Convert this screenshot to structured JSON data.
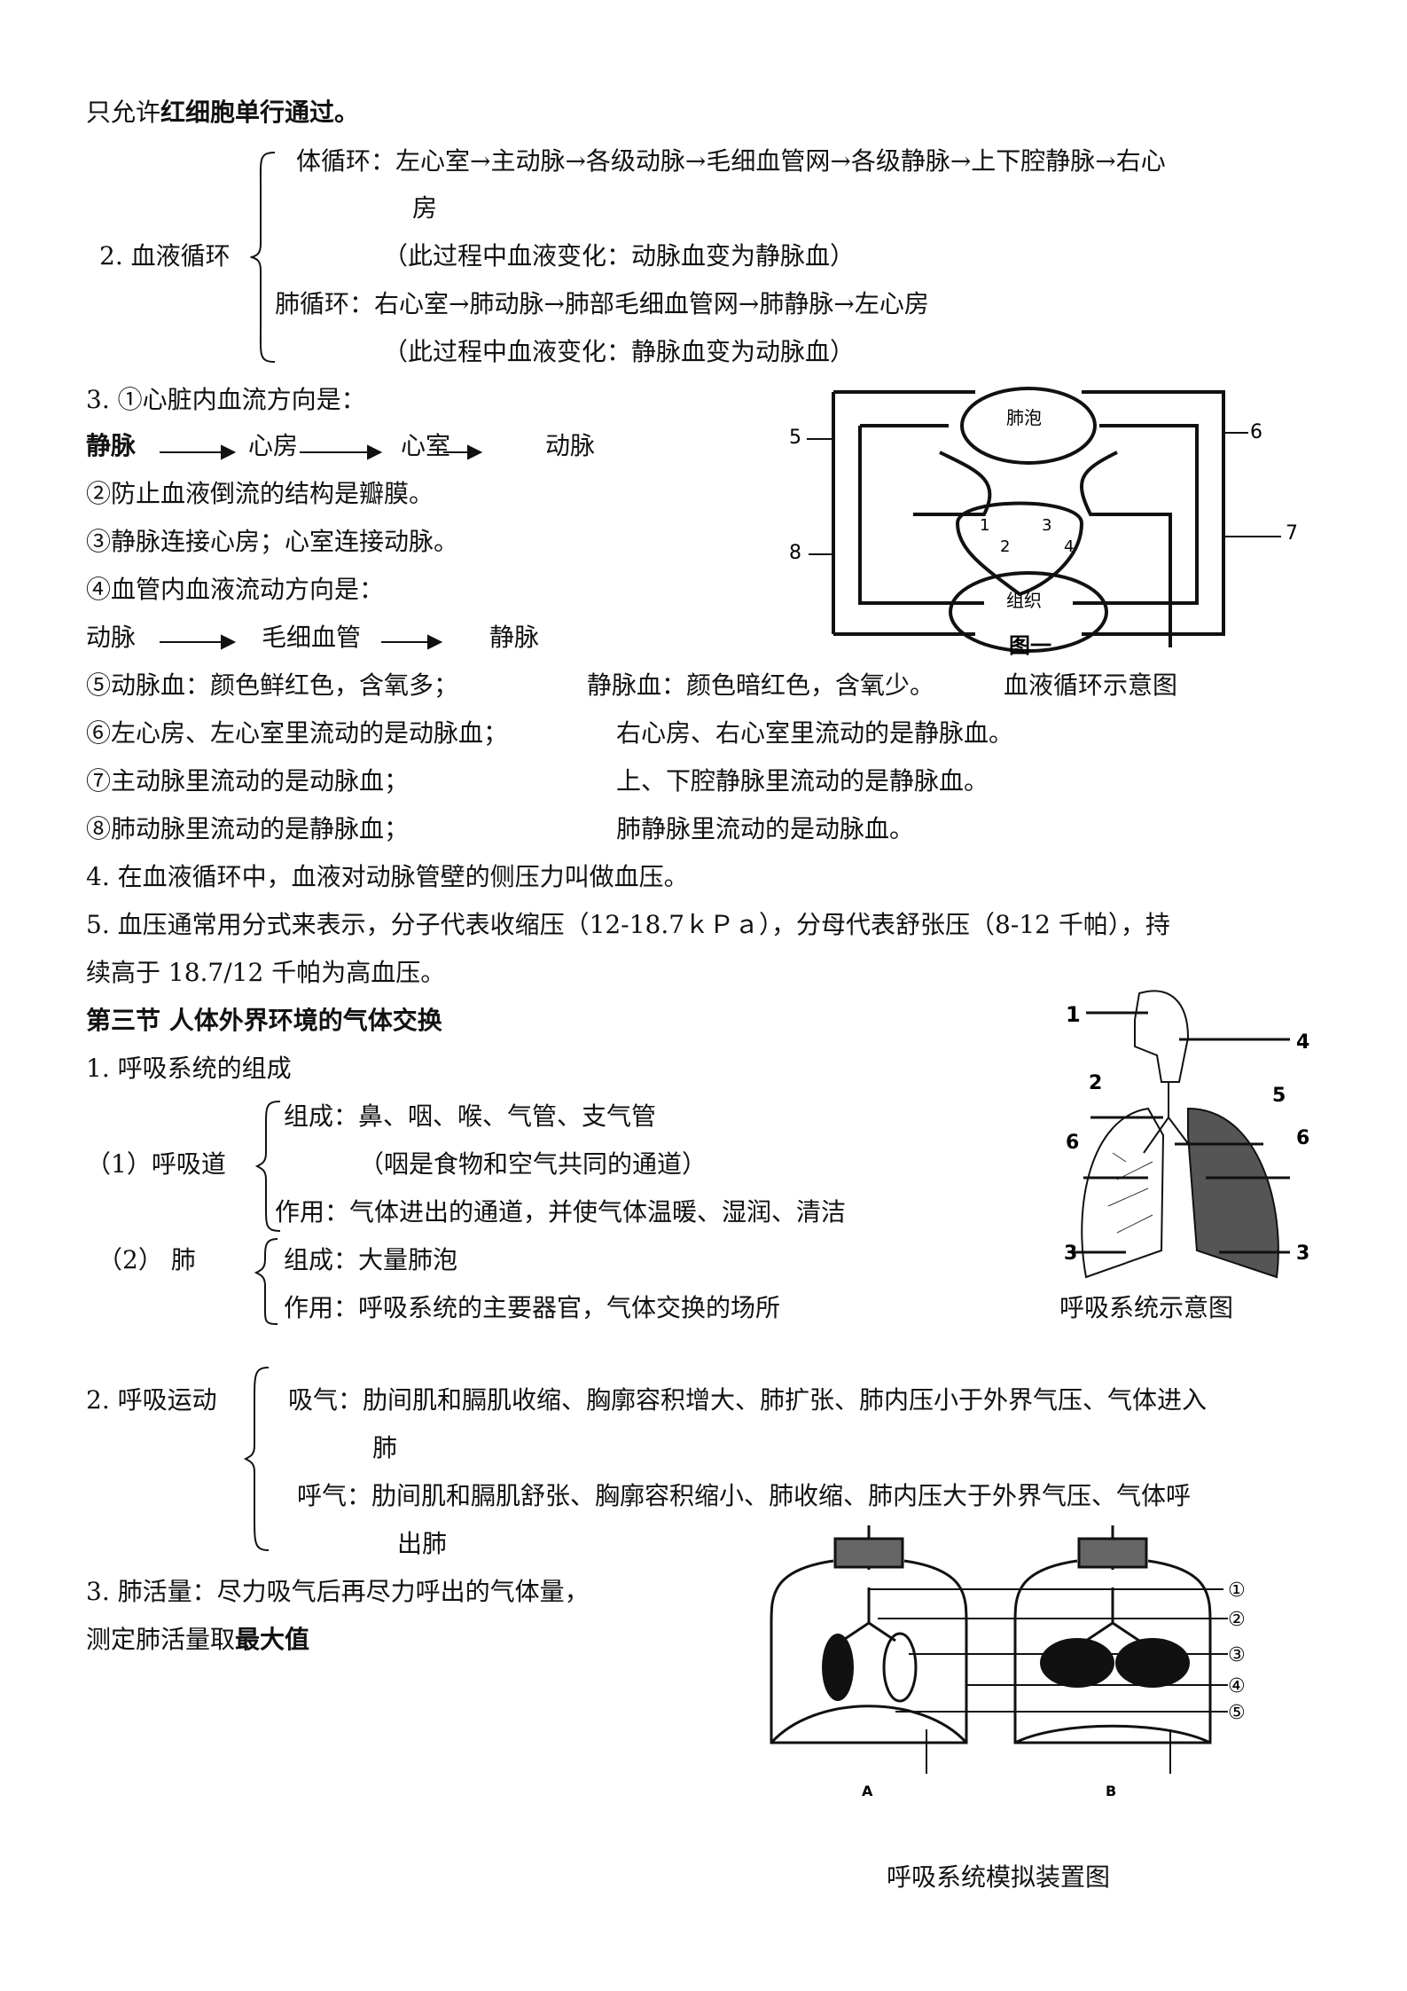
{
  "intro": {
    "a": "只允许",
    "b": "红细胞单行通过。"
  },
  "circ": {
    "label": "2. 血液循环",
    "sys": "体循环：左心室→主动脉→各级动脉→毛细血管网→各级静脉→上下腔静脉→右心",
    "sys2": "房",
    "sys_note": "（此过程中血液变化：动脉血变为静脉血）",
    "pul": "肺循环：右心室→肺动脉→肺部毛细血管网→肺静脉→左心房",
    "pul_note": "（此过程中血液变化：静脉血变为动脉血）"
  },
  "s3": {
    "heading": "3. ①心脏内血流方向是：",
    "flow1": [
      "静脉",
      "心房",
      "心室",
      "动脉"
    ],
    "p2": "②防止血液倒流的结构是瓣膜。",
    "p3": "③静脉连接心房；心室连接动脉。",
    "p4": "④血管内血液流动方向是：",
    "flow2": [
      "动脉",
      "毛细血管",
      "静脉"
    ],
    "p5a": "⑤动脉血：颜色鲜红色，含氧多；",
    "p5b": "静脉血：颜色暗红色，含氧少。",
    "p6a": "⑥左心房、左心室里流动的是动脉血；",
    "p6b": "右心房、右心室里流动的是静脉血。",
    "p7a": "⑦主动脉里流动的是动脉血；",
    "p7b": "上、下腔静脉里流动的是静脉血。",
    "p8a": "⑧肺动脉里流动的是静脉血；",
    "p8b": "肺静脉里流动的是动脉血。"
  },
  "circ_fig": {
    "caption": "血液循环示意图",
    "labels": [
      "5",
      "6",
      "7",
      "8",
      "1",
      "2",
      "3",
      "4"
    ],
    "alveoli": "肺泡",
    "tissue": "组织",
    "fig_title": "图一"
  },
  "s4": "4. 在血液循环中，血液对动脉管壁的侧压力叫做血压。",
  "s5a": "5. 血压通常用分式来表示，分子代表收缩压（12-18.7ｋＰａ），分母代表舒张压（8-12 千帕），持",
  "s5b": "续高于 18.7/12 千帕为高血压。",
  "sec3": {
    "title": "第三节  人体外界环境的气体交换",
    "h1": "1. 呼吸系统的组成",
    "resp_tract": "（1）呼吸道",
    "rt_comp": "组成：鼻、咽、喉、气管、支气管",
    "rt_note": "（咽是食物和空气共同的通道）",
    "rt_func": "作用：气体进出的通道，并使气体温暖、湿润、清洁",
    "lung": "（2）  肺",
    "lung_comp": "组成：大量肺泡",
    "lung_func": "作用：呼吸系统的主要器官，气体交换的场所",
    "resp_caption": "呼吸系统示意图",
    "resp_labels": [
      "1",
      "2",
      "3",
      "4",
      "5",
      "6",
      "6",
      "3"
    ]
  },
  "breath": {
    "label": "2. 呼吸运动",
    "in1": "吸气：肋间肌和膈肌收缩、胸廓容积增大、肺扩张、肺内压小于外界气压、气体进入",
    "in2": "肺",
    "out1": "呼气：肋间肌和膈肌舒张、胸廓容积缩小、肺收缩、肺内压大于外界气压、气体呼",
    "out2": "出肺"
  },
  "cap": {
    "l1": "3. 肺活量：尽力吸气后再尽力呼出的气体量，",
    "l2a": "测定肺活量取",
    "l2b": "最大值"
  },
  "model": {
    "caption": "呼吸系统模拟装置图",
    "labels": [
      "①",
      "②",
      "③",
      "④",
      "⑤"
    ],
    "jarA": "A",
    "jarB": "B"
  }
}
